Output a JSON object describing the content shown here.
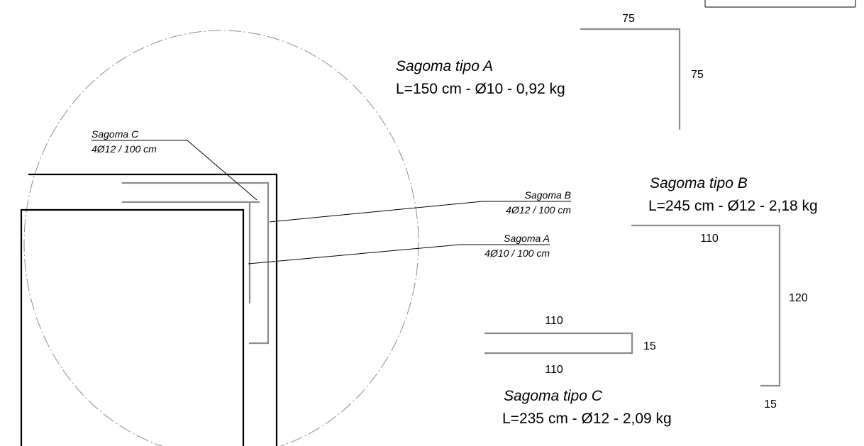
{
  "sagoma_a": {
    "title": "Sagoma tipo A",
    "spec": "L=150 cm - Ø10 - 0,92 kg",
    "dim_horizontal": "75",
    "dim_vertical": "75"
  },
  "sagoma_b": {
    "title": "Sagoma tipo B",
    "spec": "L=245 cm - Ø12 - 2,18 kg",
    "dim_top": "110",
    "dim_vertical": "120",
    "dim_hook": "15"
  },
  "sagoma_c": {
    "title": "Sagoma tipo C",
    "spec": "L=235 cm - Ø12 - 2,09 kg",
    "dim_top": "110",
    "dim_bottom": "110",
    "dim_side": "15"
  },
  "detail": {
    "label_c": {
      "title": "Sagoma C",
      "spec": "4Ø12 / 100 cm"
    },
    "label_b": {
      "title": "Sagoma B",
      "spec": "4Ø12 / 100 cm"
    },
    "label_a": {
      "title": "Sagoma A",
      "spec": "4Ø10 / 100 cm"
    }
  }
}
